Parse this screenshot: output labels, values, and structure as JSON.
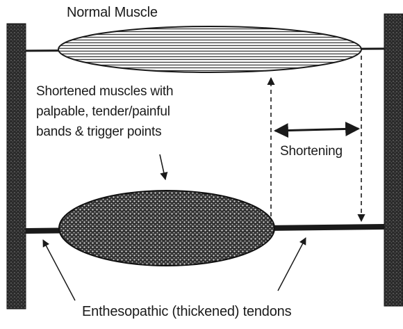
{
  "labels": {
    "normal_muscle": "Normal Muscle",
    "shortened_lines": [
      "Shortened muscles with",
      "palpable, tender/painful",
      "bands & trigger points"
    ],
    "shortening": "Shortening",
    "tendons": "Enthesopathic (thickened) tendons"
  },
  "colors": {
    "ink": "#1a1a1a",
    "bone": "#2b2b2b",
    "background": "#ffffff"
  }
}
